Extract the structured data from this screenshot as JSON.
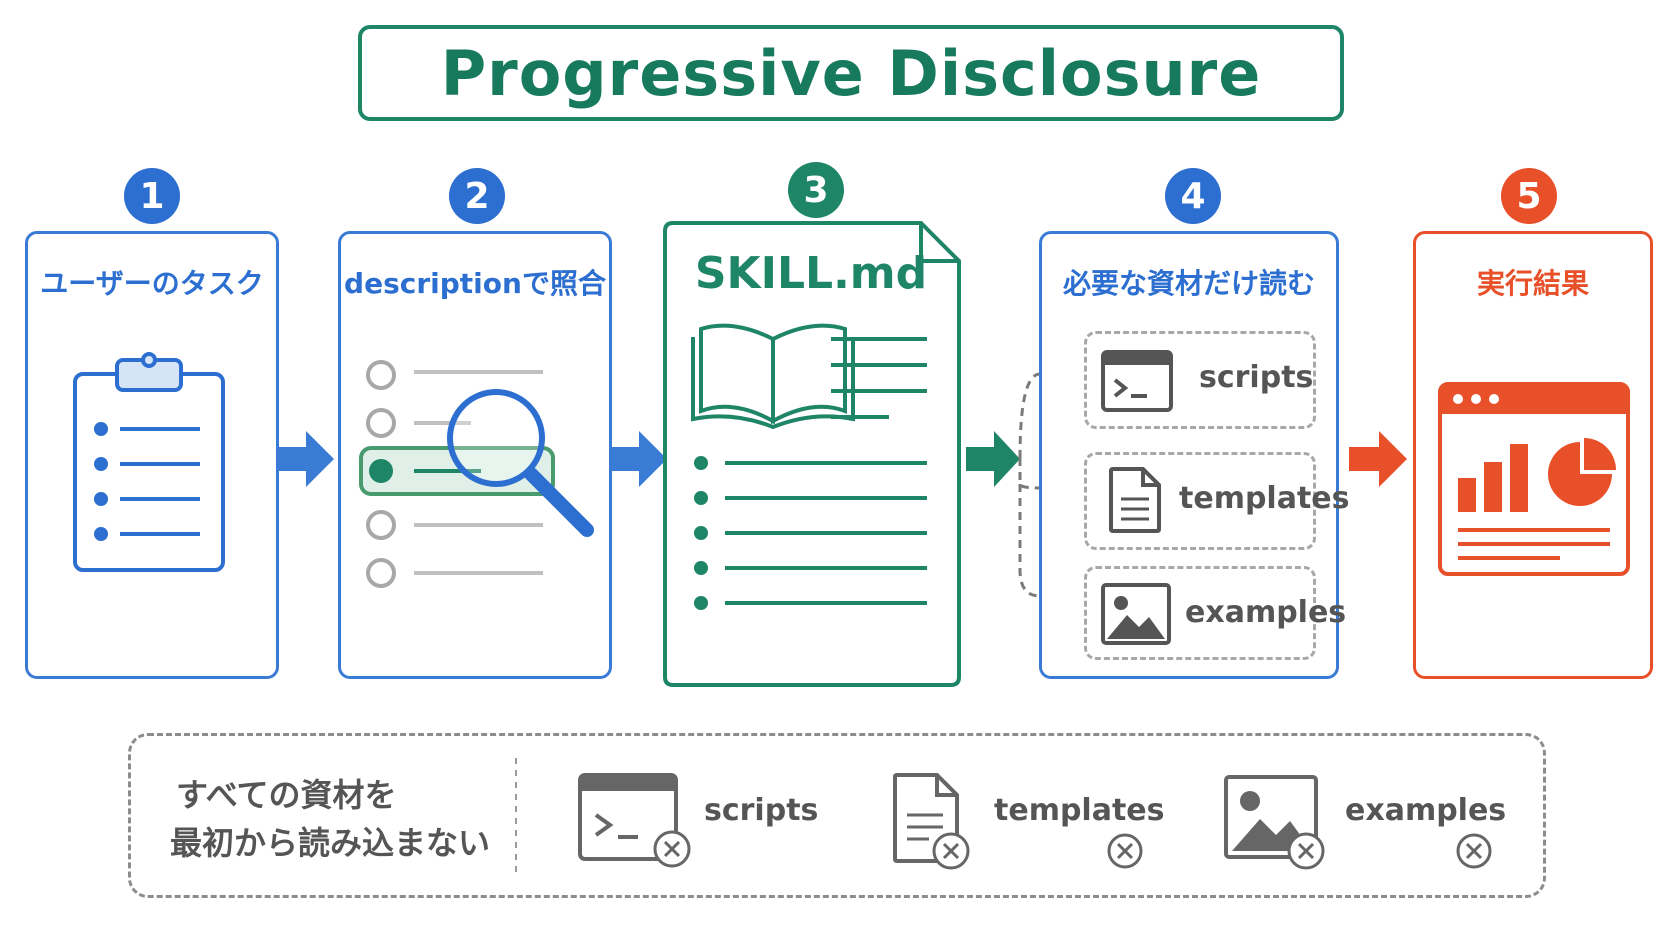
{
  "title": "Progressive Disclosure",
  "steps": [
    {
      "number": "1",
      "label": "ユーザーのタスク"
    },
    {
      "number": "2",
      "label": "descriptionで照合"
    },
    {
      "number": "3",
      "label": "SKILL.md"
    },
    {
      "number": "4",
      "label": "必要な資材だけ読む"
    },
    {
      "number": "5",
      "label": "実行結果"
    }
  ],
  "resources": [
    {
      "label": "scripts",
      "icon": "terminal-icon"
    },
    {
      "label": "templates",
      "icon": "document-icon"
    },
    {
      "label": "examples",
      "icon": "image-icon"
    }
  ],
  "note": {
    "line1": "すべての資材を",
    "line2": "最初から読み込まない"
  },
  "excluded": [
    {
      "label": "scripts",
      "icon": "terminal-icon"
    },
    {
      "label": "templates",
      "icon": "document-icon"
    },
    {
      "label": "examples",
      "icon": "image-icon"
    }
  ],
  "colors": {
    "blue": "#3a7bd5",
    "green": "#1e8566",
    "orange": "#e8502a",
    "gray": "#8c8c8c"
  }
}
